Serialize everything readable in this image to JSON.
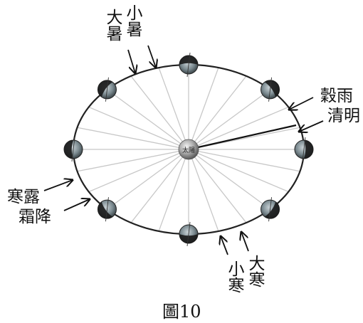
{
  "diagram": {
    "sun_label": "太陽",
    "caption": "圖10",
    "labels": {
      "summer_big": "大暑",
      "summer_small": "小暑",
      "guyu": "穀雨",
      "qingming": "清明",
      "hanlu": "寒露",
      "shuangjiang": "霜降",
      "xiaohan": "小寒",
      "dahan": "大寒"
    },
    "spoke_count": 24,
    "earth_positions": 8,
    "colors": {
      "orbit": "#222222",
      "spokes": "#c8c8c8",
      "earth_dark": "#1a1a1a",
      "earth_light": "#8a9aa0",
      "sun": "#9a9a9a"
    }
  }
}
